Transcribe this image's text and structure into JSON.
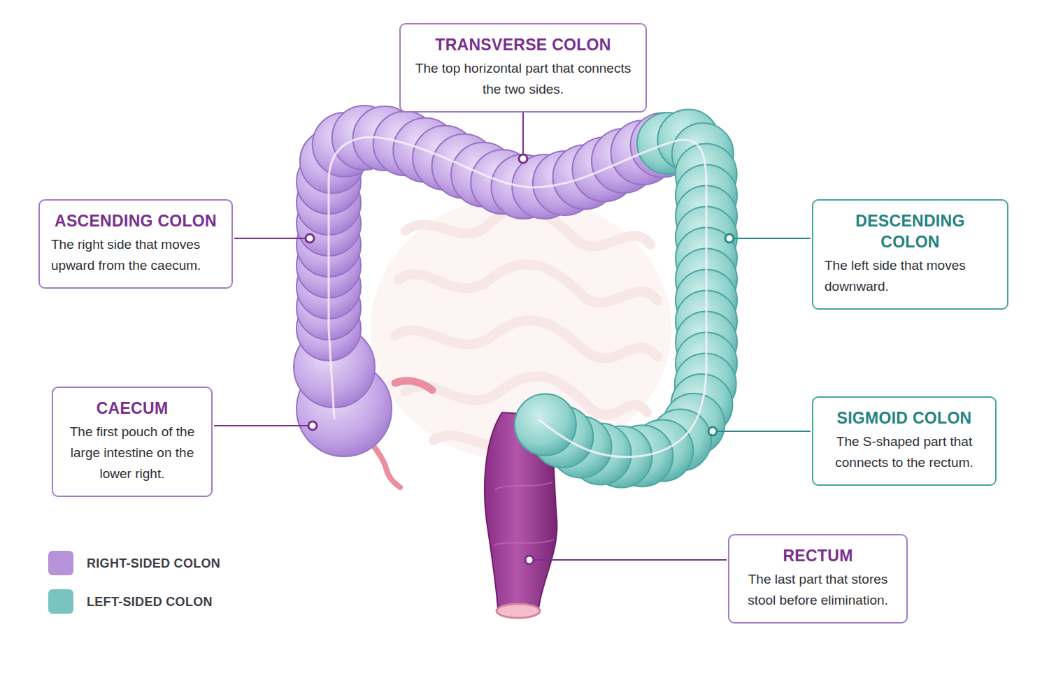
{
  "diagram": {
    "nodes": [
      {
        "text": [
          "TRANSVERSE COLON",
          "The top horizontal part that connects the two sides."
        ]
      },
      {
        "text": [
          "ASCENDING COLON",
          "The right side that moves upward from the caecum."
        ]
      },
      {
        "text": [
          "DESCENDING COLON",
          "The left side that moves downward."
        ]
      },
      {
        "text": [
          "CAECUM",
          "The first pouch of the large intestine on the lower right."
        ]
      },
      {
        "text": [
          "SIGMOID COLON",
          "The S-shaped part that connects to the rectum."
        ]
      },
      {
        "text": [
          "RECTUM",
          "The last part that stores stool before elimination."
        ]
      }
    ],
    "legend": [
      {
        "text": "RIGHT-SIDED COLON",
        "color": "#b792d8"
      },
      {
        "text": "LEFT-SIDED COLON",
        "color": "#79c4c0"
      }
    ]
  }
}
